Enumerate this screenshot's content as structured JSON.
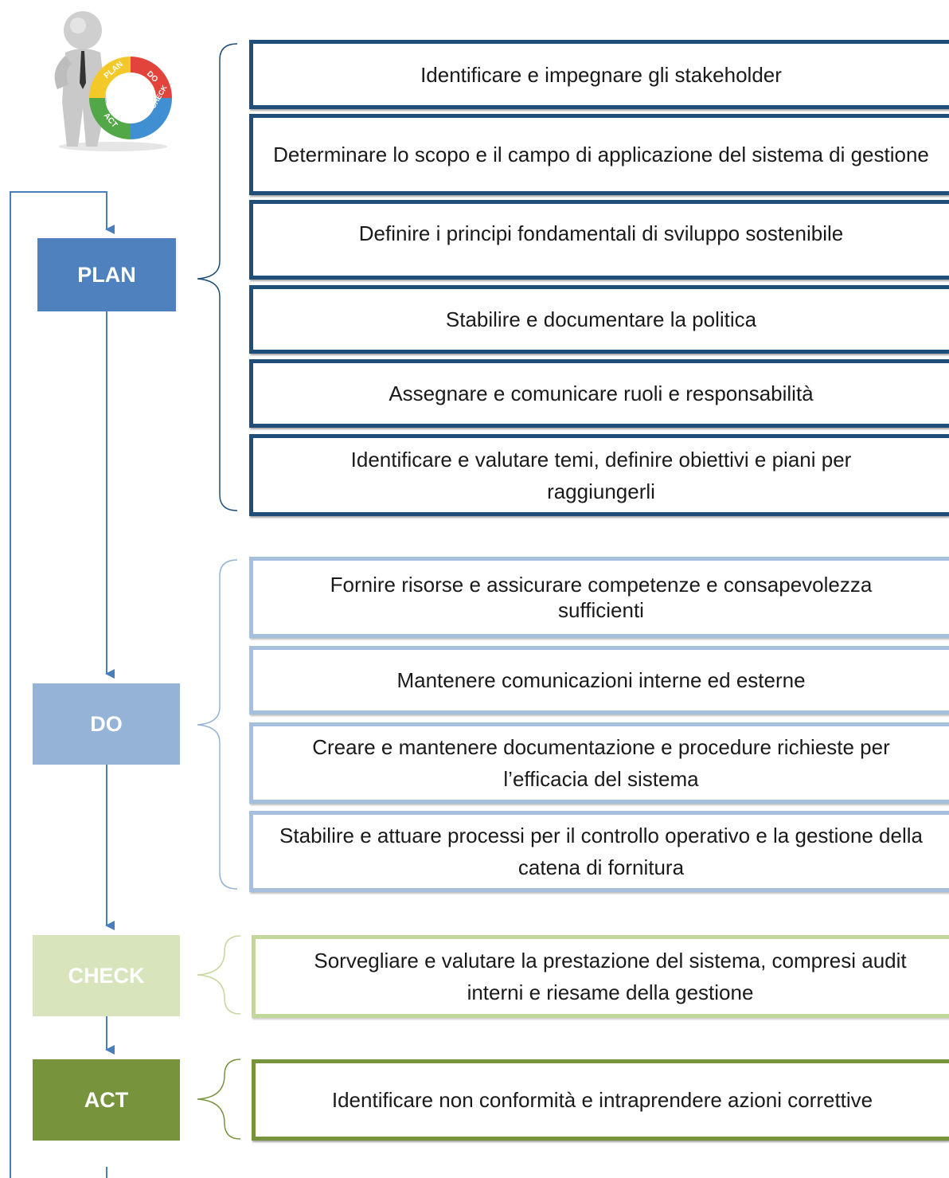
{
  "phases": {
    "plan": "PLAN",
    "do": "DO",
    "check": "CHECK",
    "act": "ACT"
  },
  "plan_tasks": [
    "Identificare e impegnare gli stakeholder",
    "Determinare lo scopo e il campo di applicazione del sistema di gestione",
    "Definire i principi fondamentali di sviluppo sostenibile",
    "Stabilire e documentare la politica",
    "Assegnare e comunicare ruoli e responsabilità",
    "Identificare e valutare temi, definire obiettivi e piani per raggiungerli"
  ],
  "do_tasks": [
    "Fornire risorse e assicurare competenze e consapevolezza sufficienti",
    "Mantenere comunicazioni interne ed esterne",
    "Creare e mantenere documentazione e procedure richieste per l’efficacia del sistema",
    "Stabilire e attuare processi per il controllo operativo e la gestione della catena di fornitura"
  ],
  "check_tasks": [
    "Sorvegliare e valutare la prestazione del sistema, compresi audit interni e riesame della gestione"
  ],
  "act_tasks": [
    "Identificare non conformità e intraprendere azioni correttive"
  ],
  "mascot_cycle_labels": [
    "PLAN",
    "DO",
    "CHECK",
    "ACT"
  ],
  "colors": {
    "plan": "#4e81bd",
    "do": "#95b3d7",
    "check": "#d7e4bc",
    "act": "#77933c",
    "connector": "#4a7ebb"
  }
}
